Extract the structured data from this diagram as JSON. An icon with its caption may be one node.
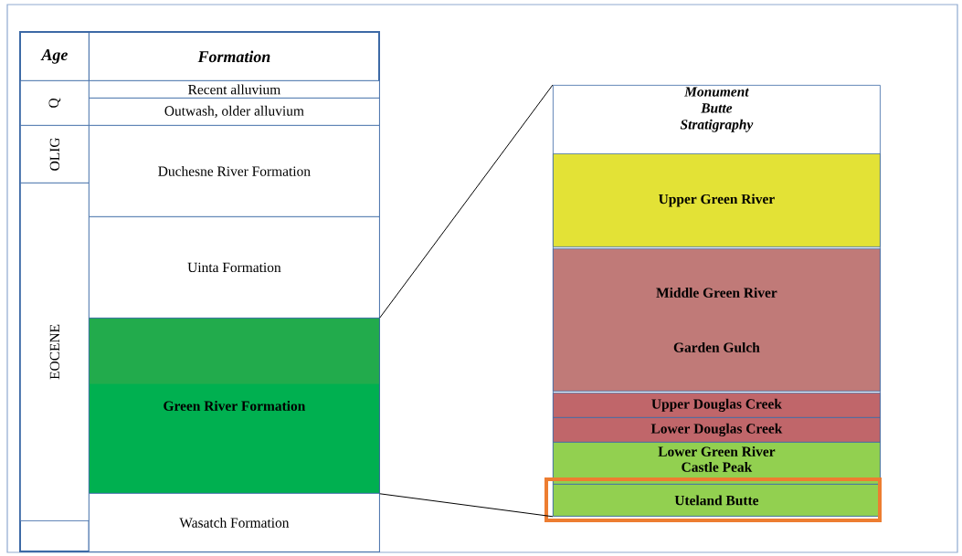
{
  "diagram": {
    "nodes": [
      {
        "text": [
          "Q"
        ]
      },
      {
        "text": [
          "OLIG"
        ]
      },
      {
        "text": [
          "EOCENE"
        ]
      },
      {
        "text": [
          "Recent alluvium"
        ]
      },
      {
        "text": [
          "Outwash, older alluvium"
        ]
      },
      {
        "text": [
          "Duchesne River Formation"
        ]
      },
      {
        "text": [
          "Uinta Formation"
        ]
      },
      {
        "text": [
          "Green River Formation"
        ]
      },
      {
        "text": [
          "Wasatch Formation"
        ]
      },
      {
        "text": [
          "Monument Butte Stratigraphy"
        ]
      },
      {
        "text": [
          "Upper Green River"
        ],
        "in": 9
      },
      {
        "text": [
          "Middle Green River",
          "Garden Gulch"
        ],
        "in": 9
      },
      {
        "text": [
          "Upper Douglas Creek"
        ],
        "in": 9
      },
      {
        "text": [
          "Lower Douglas Creek"
        ],
        "in": 9
      },
      {
        "text": [
          "Lower Green River Castle Peak"
        ],
        "in": 9
      },
      {
        "text": [
          "Uteland Butte"
        ],
        "in": 9
      }
    ],
    "edges": [
      {
        "from": 7,
        "to": 9,
        "arrow": "none"
      },
      {
        "from": 7,
        "to": 15,
        "arrow": "none"
      }
    ],
    "labels": [
      "Age",
      "Formation"
    ]
  }
}
